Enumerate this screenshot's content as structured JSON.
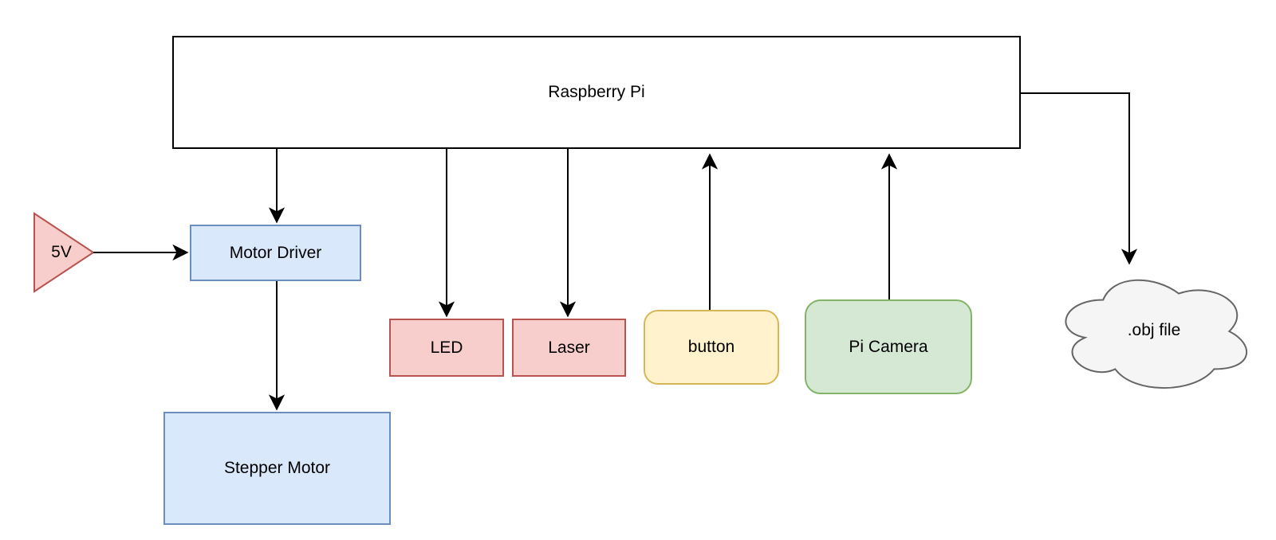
{
  "diagram": {
    "nodes": {
      "raspberry_pi": {
        "label": "Raspberry Pi",
        "fill": "#ffffff",
        "stroke": "#000000",
        "shape": "rectangle"
      },
      "power_5v": {
        "label": "5V",
        "fill": "#f8cecc",
        "stroke": "#b85450",
        "shape": "triangle-right"
      },
      "motor_driver": {
        "label": "Motor Driver",
        "fill": "#dae8fc",
        "stroke": "#6c8ebf",
        "shape": "rectangle"
      },
      "stepper_motor": {
        "label": "Stepper Motor",
        "fill": "#dae8fc",
        "stroke": "#6c8ebf",
        "shape": "rectangle"
      },
      "led": {
        "label": "LED",
        "fill": "#f8cecc",
        "stroke": "#b85450",
        "shape": "rectangle"
      },
      "laser": {
        "label": "Laser",
        "fill": "#f8cecc",
        "stroke": "#b85450",
        "shape": "rectangle"
      },
      "button": {
        "label": "button",
        "fill": "#fff2cc",
        "stroke": "#d6b656",
        "shape": "rounded-rectangle"
      },
      "pi_camera": {
        "label": "Pi Camera",
        "fill": "#d5e8d4",
        "stroke": "#82b366",
        "shape": "rounded-rectangle"
      },
      "obj_file": {
        "label": ".obj file",
        "fill": "#f5f5f5",
        "stroke": "#666666",
        "shape": "cloud"
      }
    },
    "edges": [
      {
        "from": "raspberry_pi",
        "to": "motor_driver",
        "arrow": "down"
      },
      {
        "from": "motor_driver",
        "to": "stepper_motor",
        "arrow": "down"
      },
      {
        "from": "raspberry_pi",
        "to": "led",
        "arrow": "down"
      },
      {
        "from": "raspberry_pi",
        "to": "laser",
        "arrow": "down"
      },
      {
        "from": "button",
        "to": "raspberry_pi",
        "arrow": "up"
      },
      {
        "from": "pi_camera",
        "to": "raspberry_pi",
        "arrow": "up"
      },
      {
        "from": "power_5v",
        "to": "motor_driver",
        "arrow": "right"
      },
      {
        "from": "raspberry_pi",
        "to": "obj_file",
        "arrow": "right-then-down"
      }
    ],
    "connector_color": "#000000"
  }
}
